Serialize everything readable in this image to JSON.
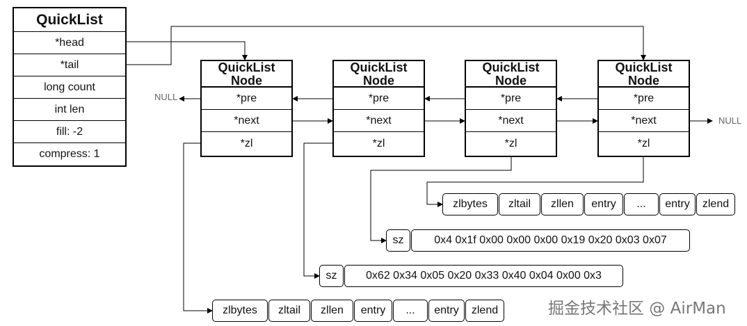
{
  "quicklist": {
    "title": "QuickList",
    "fields": [
      "*head",
      "*tail",
      "long count",
      "int len",
      "fill: -2",
      "compress: 1"
    ]
  },
  "nodes": [
    {
      "title_line1": "QuickList",
      "title_line2": "Node",
      "pre": "*pre",
      "next": "*next",
      "zl": "*zl"
    },
    {
      "title_line1": "QuickList",
      "title_line2": "Node",
      "pre": "*pre",
      "next": "*next",
      "zl": "*zl"
    },
    {
      "title_line1": "QuickList",
      "title_line2": "Node",
      "pre": "*pre",
      "next": "*next",
      "zl": "*zl"
    },
    {
      "title_line1": "QuickList",
      "title_line2": "Node",
      "pre": "*pre",
      "next": "*next",
      "zl": "*zl"
    }
  ],
  "null_left": "NULL",
  "null_right": "NULL",
  "ziplist_top": [
    "zlbytes",
    "zltail",
    "zllen",
    "entry",
    "...",
    "entry",
    "zlend"
  ],
  "compressed_a": {
    "sz": "sz",
    "bytes": "0x4 0x1f 0x00 0x00 0x00 0x19 0x20 0x03 0x07"
  },
  "compressed_b": {
    "sz": "sz",
    "bytes": "0x62 0x34 0x05 0x20 0x33 0x40 0x04 0x00 0x3"
  },
  "ziplist_bottom": [
    "zlbytes",
    "zltail",
    "zllen",
    "entry",
    "...",
    "entry",
    "zlend"
  ],
  "watermark": "掘金技术社区 @ AirMan"
}
